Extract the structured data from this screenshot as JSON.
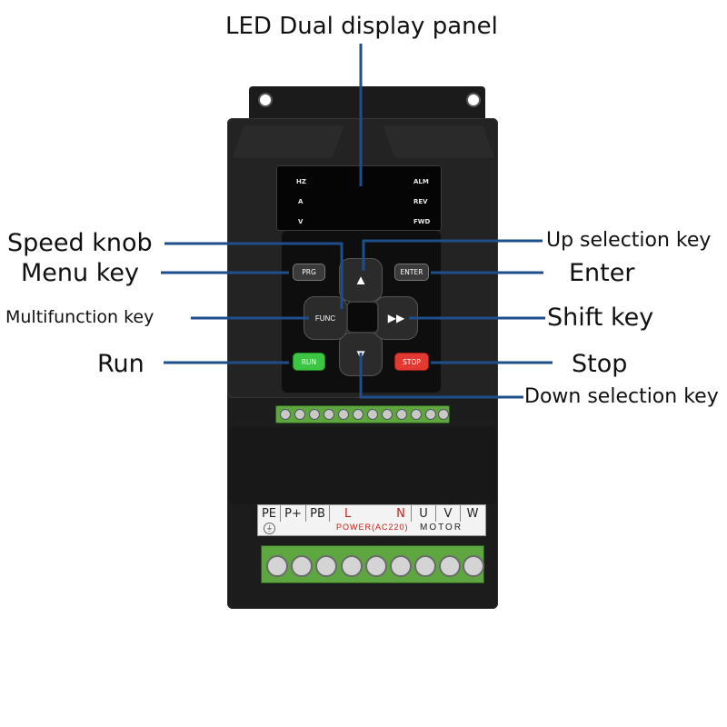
{
  "title": "LED Dual display panel",
  "callouts": {
    "speed_knob": "Speed knob",
    "menu_key": "Menu key",
    "multifunction_key": "Multifunction key",
    "run": "Run",
    "up_selection_key": "Up selection key",
    "enter": "Enter",
    "shift_key": "Shift key",
    "stop": "Stop",
    "down_selection_key": "Down selection key"
  },
  "display_indicators": {
    "hz": "HZ",
    "a": "A",
    "v": "V",
    "alm": "ALM",
    "rev": "REV",
    "fwd": "FWD"
  },
  "keys": {
    "prg": "PRG",
    "enter": "ENTER",
    "func": "FUNC",
    "run": "RUN",
    "stop": "STOP",
    "up": "▲",
    "down": "▼",
    "shift": "▶▶"
  },
  "terminal_label": {
    "pe": "PE",
    "p_plus": "P+",
    "pb": "PB",
    "l": "L",
    "n": "N",
    "u": "U",
    "v": "V",
    "w": "W",
    "power": "POWER(AC220)",
    "motor": "MOTOR"
  },
  "colors": {
    "callout_line": "#1f4e8c",
    "run_key": "#3cc443",
    "stop_key": "#e23a32",
    "terminal_green": "#5ea640",
    "power_red": "#c0221a"
  }
}
